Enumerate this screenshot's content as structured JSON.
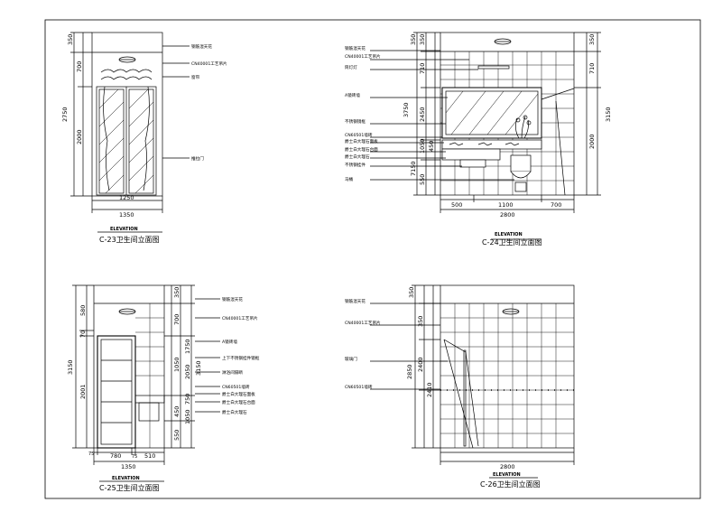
{
  "sheet": {
    "line_color": "#000000",
    "background": "#ffffff"
  },
  "elevations": [
    {
      "id": "c23",
      "label": "ELEVATION",
      "title": "C-23卫生间立面图",
      "dims_left": [
        "350",
        "700",
        "2000",
        "2750"
      ],
      "dims_bottom": [
        "1250",
        "1350"
      ],
      "notes": [
        "钢筋混天花",
        "CN40001工艺吊片",
        "窗帘",
        "推拉门"
      ]
    },
    {
      "id": "c24",
      "label": "ELEVATION",
      "title": "C-24卫生间立面图",
      "dims_left": [
        "350",
        "350",
        "710",
        "3750",
        "2450",
        "1050",
        "550",
        "450",
        "7150"
      ],
      "dims_right": [
        "350",
        "710",
        "2000",
        "3150"
      ],
      "dims_bottom": [
        "500",
        "1100",
        "700",
        "2800"
      ],
      "notes": [
        "钢筋混天花",
        "CN40001工艺吊片",
        "筒灯灯",
        "A镜砖墙",
        "不锈钢镜框",
        "CN60501墙砖",
        "爵士白大理石面板",
        "爵士白大理石台面",
        "爵士白大理石",
        "不锈钢挂件",
        "马桶"
      ]
    },
    {
      "id": "c25",
      "label": "ELEVATION",
      "title": "C-25卫生间立面图",
      "dims_left": [
        "580",
        "70",
        "2001",
        "3150"
      ],
      "dims_right": [
        "350",
        "700",
        "1050",
        "1750",
        "3150",
        "2050",
        "550",
        "450",
        "1050",
        "750"
      ],
      "dims_bottom": [
        "75",
        "780",
        "75",
        "510",
        "1350"
      ],
      "notes": [
        "钢筋混天花",
        "CN40001工艺吊片",
        "A镜砖墙",
        "上下不锈钢挂件镜框",
        "淋浴间隔断",
        "CN60501墙砖",
        "爵士白大理石面板",
        "爵士白大理石台面",
        "爵士白大理石"
      ]
    },
    {
      "id": "c26",
      "label": "ELEVATION",
      "title": "C-26卫生间立面图",
      "dims_left": [
        "350",
        "350",
        "2400",
        "2850",
        "2410"
      ],
      "dims_bottom": [
        "2800"
      ],
      "notes": [
        "钢筋混天花",
        "CN40001工艺吊片",
        "玻璃门",
        "CN60501墙砖"
      ]
    }
  ]
}
